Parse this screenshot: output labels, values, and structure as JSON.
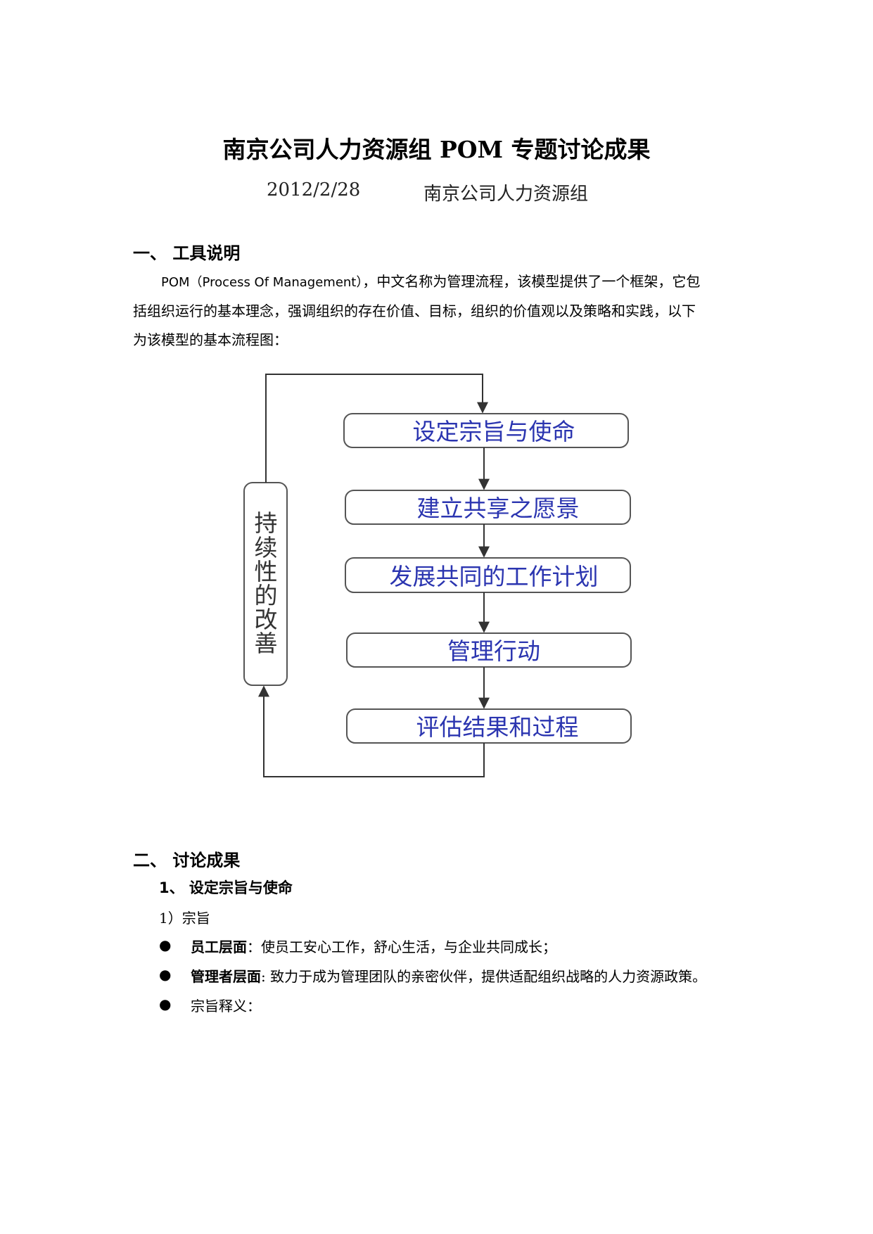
{
  "doc": {
    "title": "南京公司人力资源组 POM 专题讨论成果",
    "date": "2012/2/28",
    "org": "南京公司人力资源组"
  },
  "section1": {
    "heading": "一、 工具说明",
    "p_latin": "POM（Process Of Management）",
    "p_line1_rest": "，中文名称为管理流程，该模型提供了一个框架，它包",
    "p_line2": "括组织运行的基本理念，强调组织的存在价值、目标，组织的价值观以及策略和实践，以下",
    "p_line3": "为该模型的基本流程图："
  },
  "diagram": {
    "nodes": [
      "设定宗旨与使命",
      "建立共享之愿景",
      "发展共同的工作计划",
      "管理行动",
      "评估结果和过程"
    ],
    "side_label": "持续性的改善",
    "accent": "#2b35b0"
  },
  "section2": {
    "heading": "二、 讨论成果",
    "sub1": "1、 设定宗旨与使命",
    "item1": "1）宗旨",
    "bullets": [
      {
        "label": "员工层面",
        "text": "：使员工安心工作，舒心生活，与企业共同成长；"
      },
      {
        "label": "管理者层面",
        "text": ": 致力于成为管理团队的亲密伙伴，提供适配组织战略的人力资源政策。"
      },
      {
        "label": "",
        "text": "宗旨释义："
      }
    ],
    "bullet_glyph": "●"
  }
}
